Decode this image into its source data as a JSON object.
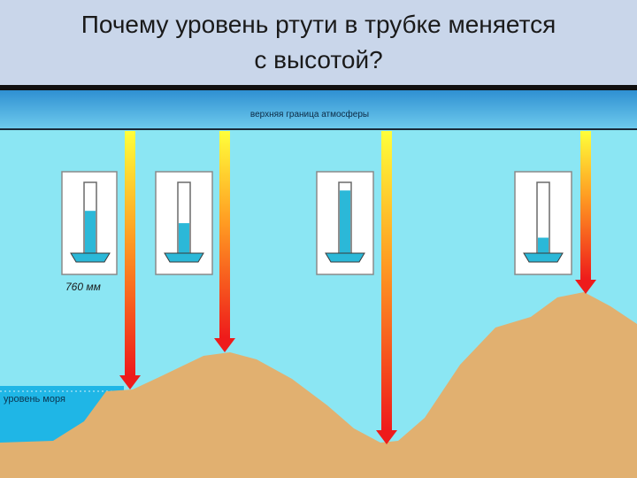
{
  "title": {
    "line1": "Почему уровень ртути в трубке меняется",
    "line2": "с высотой?"
  },
  "labels": {
    "upper_atmosphere": "верхняя граница атмосферы",
    "pressure": "760 мм",
    "sea_level": "уровень моря"
  },
  "colors": {
    "sky": "#8be6f3",
    "band": "#4fb0e2",
    "ground": "#e1b070",
    "sea": "#1fb6e6",
    "mercury": "#2bb8d8",
    "arrow_top": "#ffff3a",
    "arrow_bottom": "#ee1b1b"
  },
  "barometers": [
    {
      "name": "barometer-sea-level",
      "mercury_level": 0.62
    },
    {
      "name": "barometer-hill",
      "mercury_level": 0.45
    },
    {
      "name": "barometer-valley",
      "mercury_level": 0.9
    },
    {
      "name": "barometer-mountain",
      "mercury_level": 0.25
    }
  ]
}
